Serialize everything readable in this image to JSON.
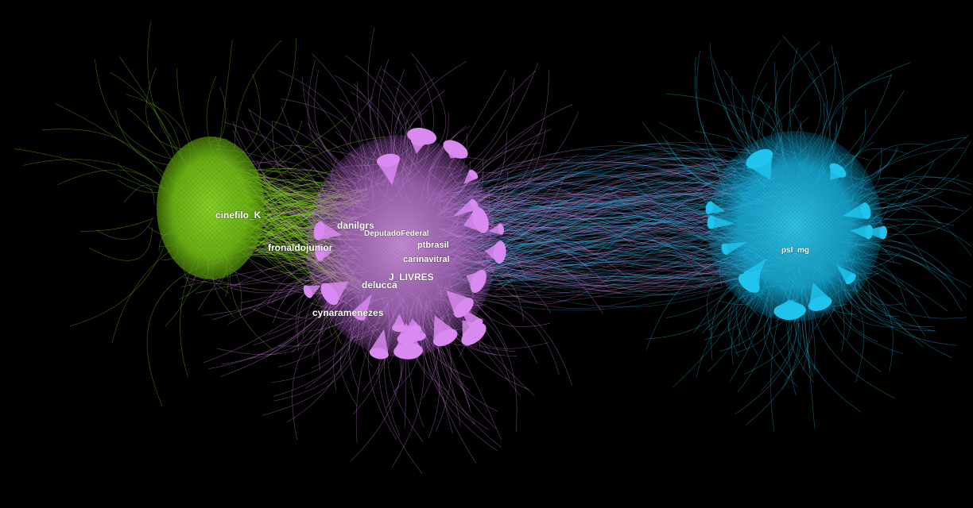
{
  "graph": {
    "communities": [
      {
        "id": "green",
        "color": "#7ac51a"
      },
      {
        "id": "purple",
        "color": "#d98af0"
      },
      {
        "id": "blue",
        "color": "#1fc3ec"
      }
    ],
    "labels": [
      {
        "id": "cinefilo",
        "text": "cinefilo_K"
      },
      {
        "id": "danilo",
        "text": "danilgrs"
      },
      {
        "id": "deputado",
        "text": "DeputadoFederal"
      },
      {
        "id": "fronaldo",
        "text": "fronaldojunior"
      },
      {
        "id": "ptbrasil",
        "text": "ptbrasil"
      },
      {
        "id": "carina",
        "text": "carinavitral"
      },
      {
        "id": "jlivres",
        "text": "J_LIVRES"
      },
      {
        "id": "delucca",
        "text": "delucca"
      },
      {
        "id": "cynara",
        "text": "cynaramenezes"
      },
      {
        "id": "pslmg",
        "text": "psl_mg"
      }
    ]
  }
}
